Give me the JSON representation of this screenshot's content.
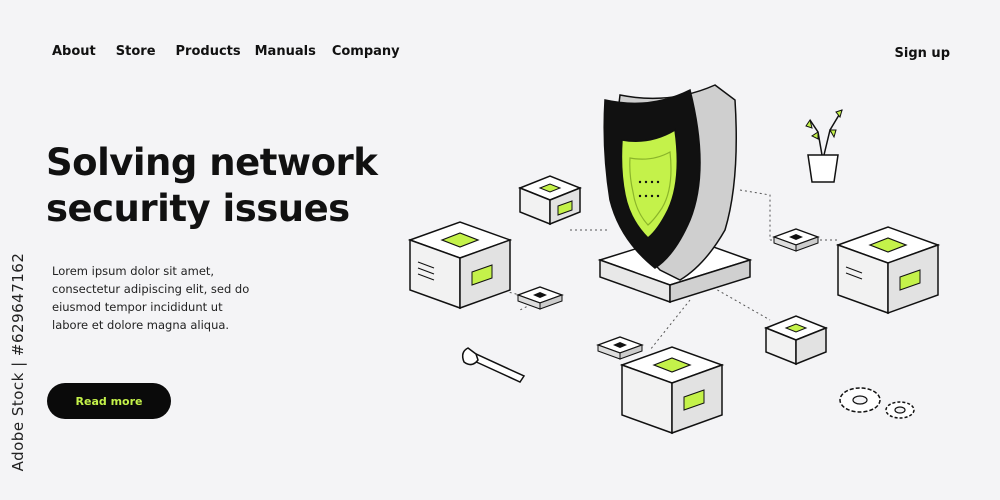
{
  "nav": {
    "items": [
      {
        "label": "About"
      },
      {
        "label": "Store"
      },
      {
        "label": "Products"
      },
      {
        "label": "Manuals"
      },
      {
        "label": "Company"
      }
    ],
    "signup_label": "Sign up"
  },
  "hero": {
    "title": "Solving network security issues",
    "body": "Lorem ipsum dolor sit amet, consectetur adipiscing elit, sed do eiusmod tempor incididunt ut labore et dolore magna aliqua.",
    "button_label": "Read more"
  },
  "watermark": {
    "stock_id": "Adobe Stock | #629647162"
  },
  "colors": {
    "background": "#f4f4f6",
    "accent": "#c4f24a",
    "dark": "#0a0a0a"
  },
  "icons": [
    "shield-icon",
    "server-icon",
    "chip-icon",
    "wrench-icon",
    "gear-icon",
    "plant-icon"
  ]
}
